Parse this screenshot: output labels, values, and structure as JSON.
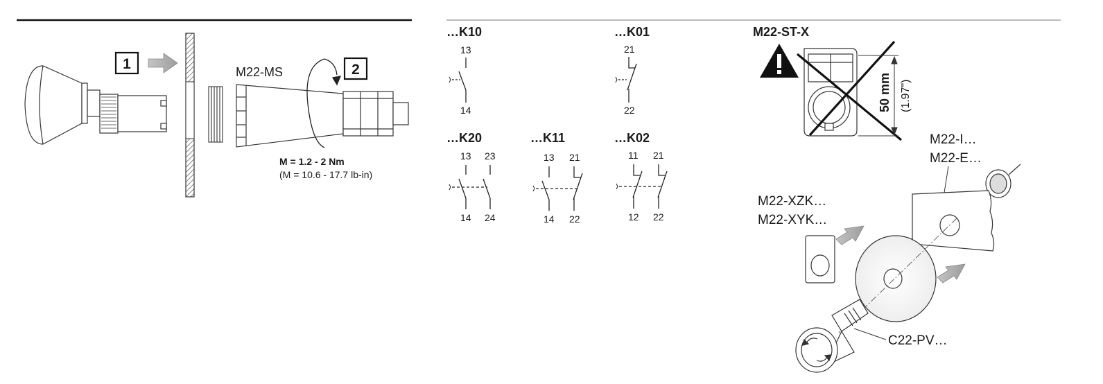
{
  "step_labels": [
    "1",
    "2"
  ],
  "mounting": {
    "tool_label": "M22-MS",
    "torque_metric": "M = 1.2 - 2 Nm",
    "torque_imperial": "(M = 10.6 - 17.7 lb-in)"
  },
  "contacts": [
    {
      "id": "k10",
      "title": "…K10",
      "terminals": [
        "13",
        "14"
      ]
    },
    {
      "id": "k01",
      "title": "…K01",
      "terminals": [
        "21",
        "22"
      ]
    },
    {
      "id": "k20",
      "title": "…K20",
      "terminals": [
        "13",
        "23",
        "14",
        "24"
      ]
    },
    {
      "id": "k11",
      "title": "…K11",
      "terminals": [
        "13",
        "21",
        "14",
        "22"
      ]
    },
    {
      "id": "k02",
      "title": "…K02",
      "terminals": [
        "11",
        "21",
        "12",
        "22"
      ]
    }
  ],
  "label_plate": {
    "title": "M22-ST-X",
    "dim_metric": "50 mm",
    "dim_imperial": "(1.97\")"
  },
  "assembly": {
    "front_ring_line1": "M22-I…",
    "front_ring_line2": "M22-E…",
    "plate_line1": "M22-XZK…",
    "plate_line2": "M22-XYK…",
    "button_label": "C22-PV…"
  },
  "icons": [
    "warning-triangle-icon",
    "arrow-right-icon",
    "rotate-arrow-icon",
    "cross-out-icon"
  ]
}
